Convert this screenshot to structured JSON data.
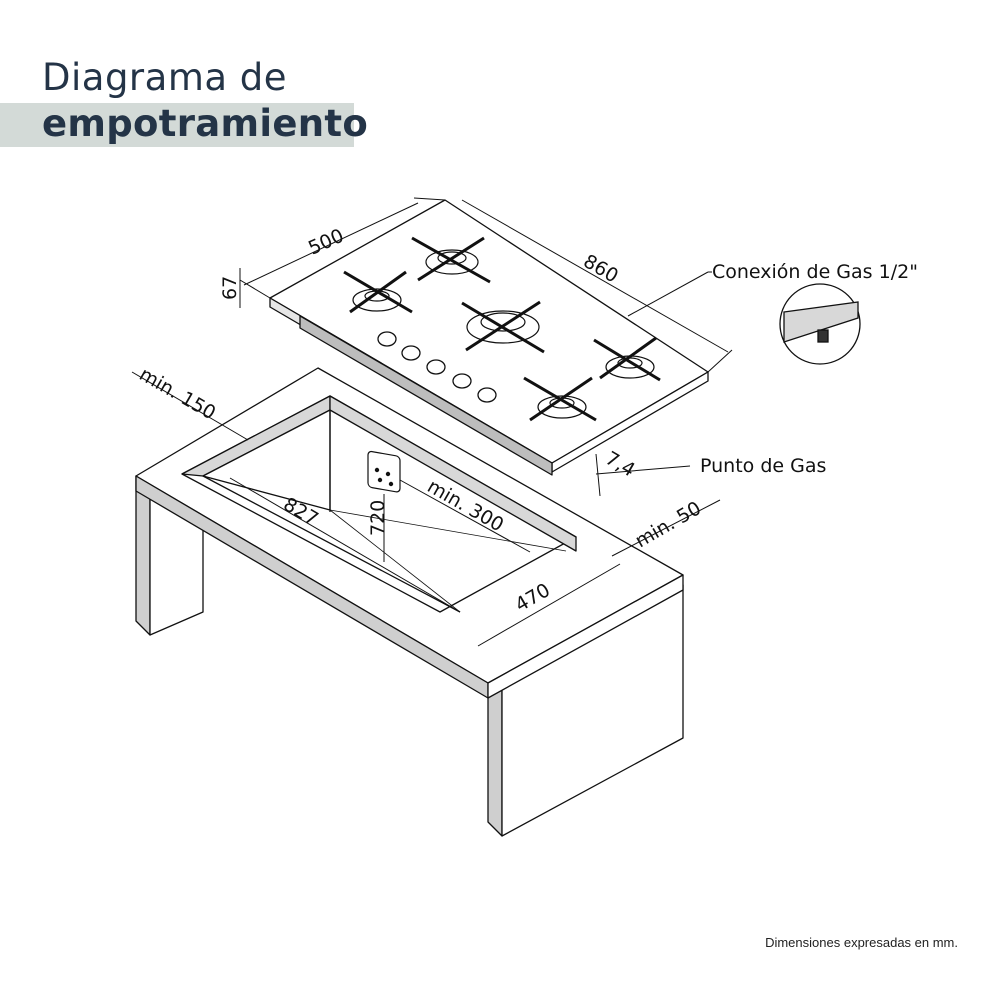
{
  "title": {
    "line1": "Diagrama de",
    "line2": "empotramiento"
  },
  "footnote": "Dimensiones expresadas en mm.",
  "callouts": {
    "gas_connection": "Conexión de Gas 1/2\"",
    "gas_point": "Punto de Gas"
  },
  "dimensions": {
    "depth": "500",
    "width": "860",
    "height": "67",
    "thickness": "7,4",
    "rear_clearance": "min. 150",
    "cutout_length": "827",
    "cutout_depth": "470",
    "gas_height": "720",
    "gas_offset": "min. 300",
    "front_clearance": "min. 50"
  },
  "colors": {
    "title": "#243447",
    "band": "#d3dad7",
    "line": "#111111",
    "fill_gray": "#d8d8d8"
  }
}
